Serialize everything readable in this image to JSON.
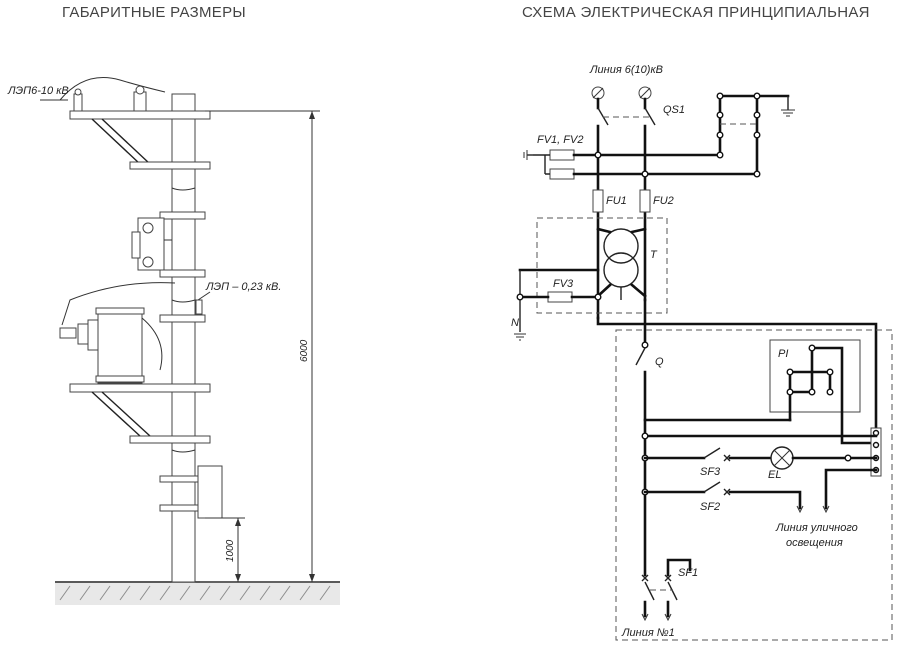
{
  "titles": {
    "left": "ГАБАРИТНЫЕ РАЗМЕРЫ",
    "right": "СХЕМА ЭЛЕКТРИЧЕСКАЯ ПРИНЦИПИАЛЬНАЯ"
  },
  "dimensions_drawing": {
    "hv_line_label": "ЛЭП6-10 кВ",
    "lv_line_label": "ЛЭП – 0,23 кВ.",
    "total_height": "6000",
    "base_height": "1000"
  },
  "schematic": {
    "line_input": "Линия 6(10)кВ",
    "disconnector": "QS1",
    "arresters_hv": "FV1, FV2",
    "fuse1": "FU1",
    "fuse2": "FU2",
    "transformer": "T",
    "arrester_lv": "FV3",
    "neutral": "N",
    "breaker": "Q",
    "meter": "PI",
    "switch_sf3": "SF3",
    "lamp": "EL",
    "switch_sf2": "SF2",
    "street_lighting": [
      "Линия уличного",
      "освещения"
    ],
    "switch_sf1": "SF1",
    "line1": "Линия №1"
  }
}
